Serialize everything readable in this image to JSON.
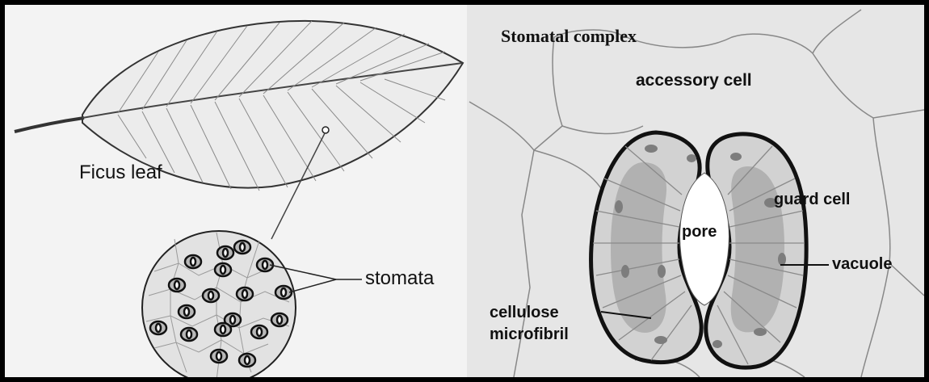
{
  "left": {
    "leaf_label": "Ficus leaf",
    "stomata_label": "stomata"
  },
  "right": {
    "title": "Stomatal complex",
    "labels": {
      "accessory_cell": "accessory cell",
      "guard_cell": "guard cell",
      "pore": "pore",
      "vacuole": "vacuole",
      "cellulose_line1": "cellulose",
      "cellulose_line2": "microfibril"
    }
  },
  "colors": {
    "border": "#000000",
    "ink": "#111111",
    "cell_fill": "#d4d4d4",
    "vacuole_fill": "#a9a9a9",
    "pore_fill": "#ffffff"
  }
}
